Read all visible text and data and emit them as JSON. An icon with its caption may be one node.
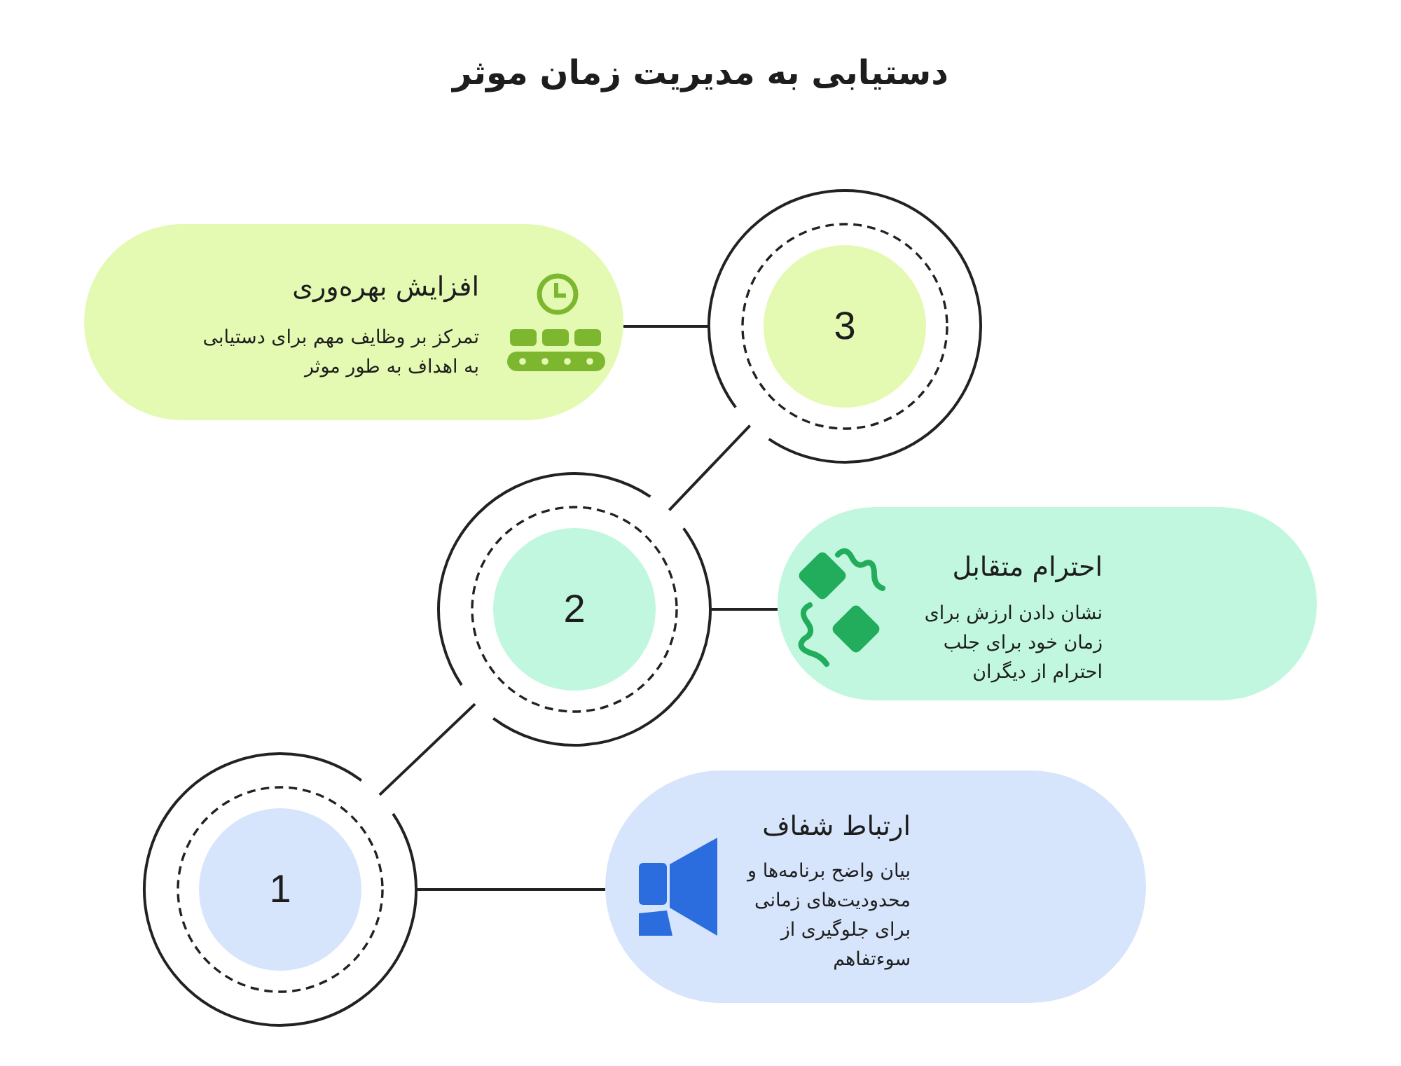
{
  "diagram": {
    "title": "دستیابی به مدیریت زمان موثر",
    "nodes": [
      {
        "text": [
          "3"
        ]
      },
      {
        "text": [
          "افزایش بهره‌وری",
          "تمرکز بر وظایف مهم برای دستیابی به اهداف به طور موثر"
        ]
      },
      {
        "text": [
          "2"
        ]
      },
      {
        "text": [
          "احترام متقابل",
          "نشان دادن ارزش برای زمان خود برای جلب احترام از دیگران"
        ]
      },
      {
        "text": [
          "1"
        ]
      },
      {
        "text": [
          "ارتباط شفاف",
          "بیان واضح برنامه‌ها و محدودیت‌های زمانی برای جلوگیری از سوءتفاهم"
        ]
      }
    ],
    "edges": [
      {
        "from": 1,
        "to": 0,
        "arrow": "none"
      },
      {
        "from": 3,
        "to": 2,
        "arrow": "none"
      },
      {
        "from": 5,
        "to": 4,
        "arrow": "none"
      },
      {
        "from": 4,
        "to": 2,
        "arrow": "none"
      },
      {
        "from": 2,
        "to": 0,
        "arrow": "none"
      }
    ]
  }
}
